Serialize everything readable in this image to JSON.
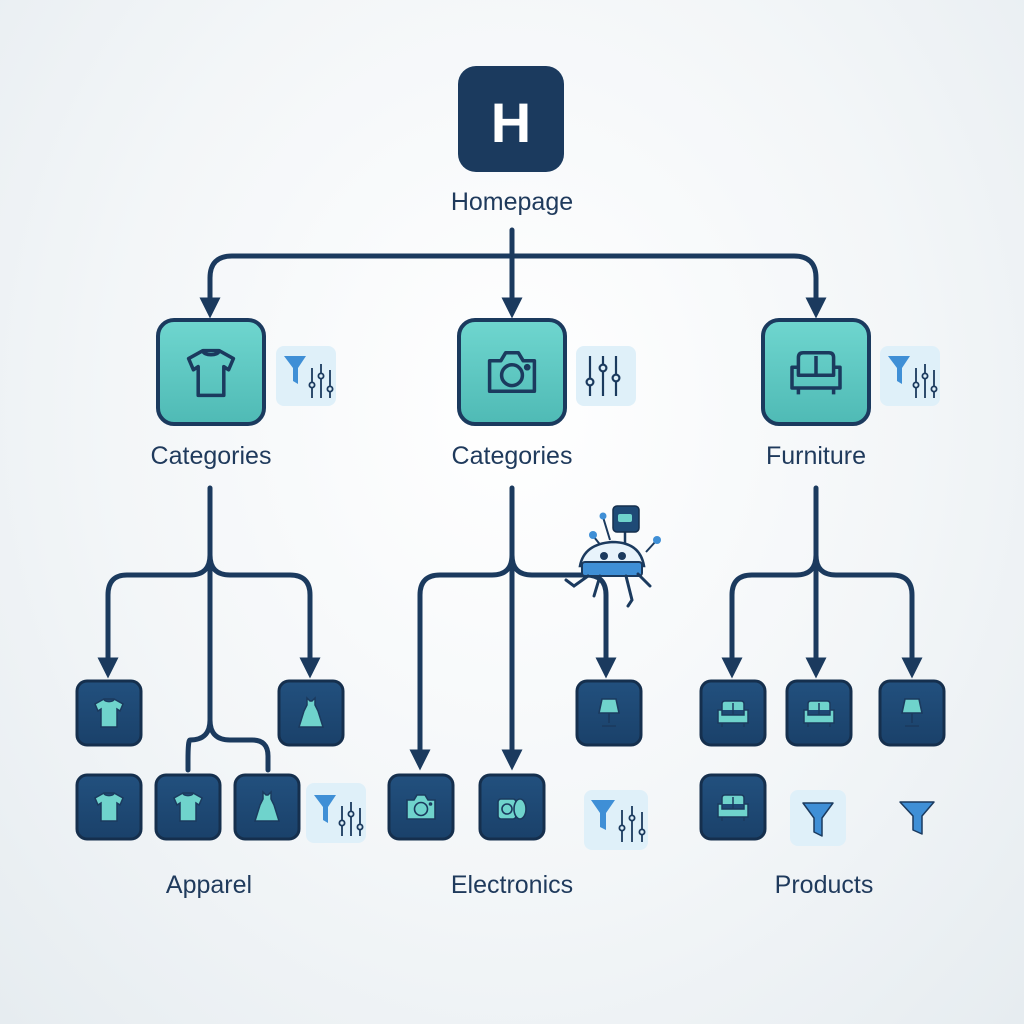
{
  "root": {
    "letter": "H",
    "label": "Homepage"
  },
  "columns": [
    {
      "label": "Categories",
      "icon": "tshirt-icon",
      "group_label": "Apparel"
    },
    {
      "label": "Categories",
      "icon": "camera-icon",
      "group_label": "Electronics"
    },
    {
      "label": "Furniture",
      "icon": "sofa-icon",
      "group_label": "Products"
    }
  ],
  "colors": {
    "line": "#1b3a5e",
    "category_fill": "#5bc7c1",
    "leaf_fill": "#1e4a76",
    "leaf_icon": "#6fd3cc",
    "filter_chip": "#dff0f9",
    "filter_icon": "#3f8fd6"
  }
}
